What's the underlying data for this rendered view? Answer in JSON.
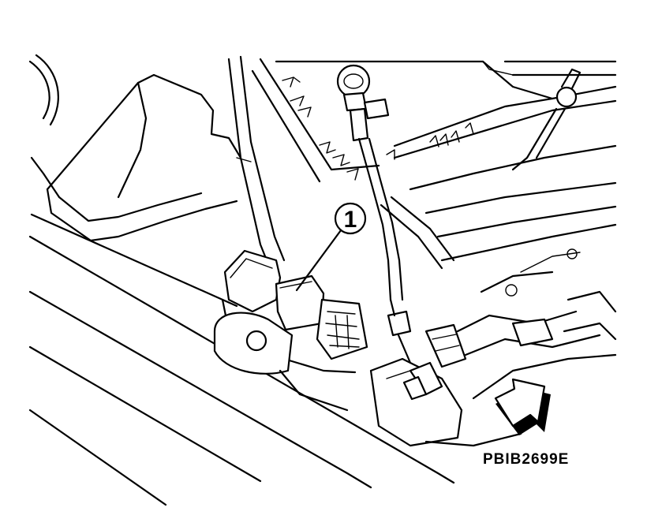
{
  "callouts": [
    {
      "id": "1",
      "label": "1"
    }
  ],
  "figure_code": "PBIB2699E",
  "icons": [
    "front-direction-arrow-icon"
  ]
}
